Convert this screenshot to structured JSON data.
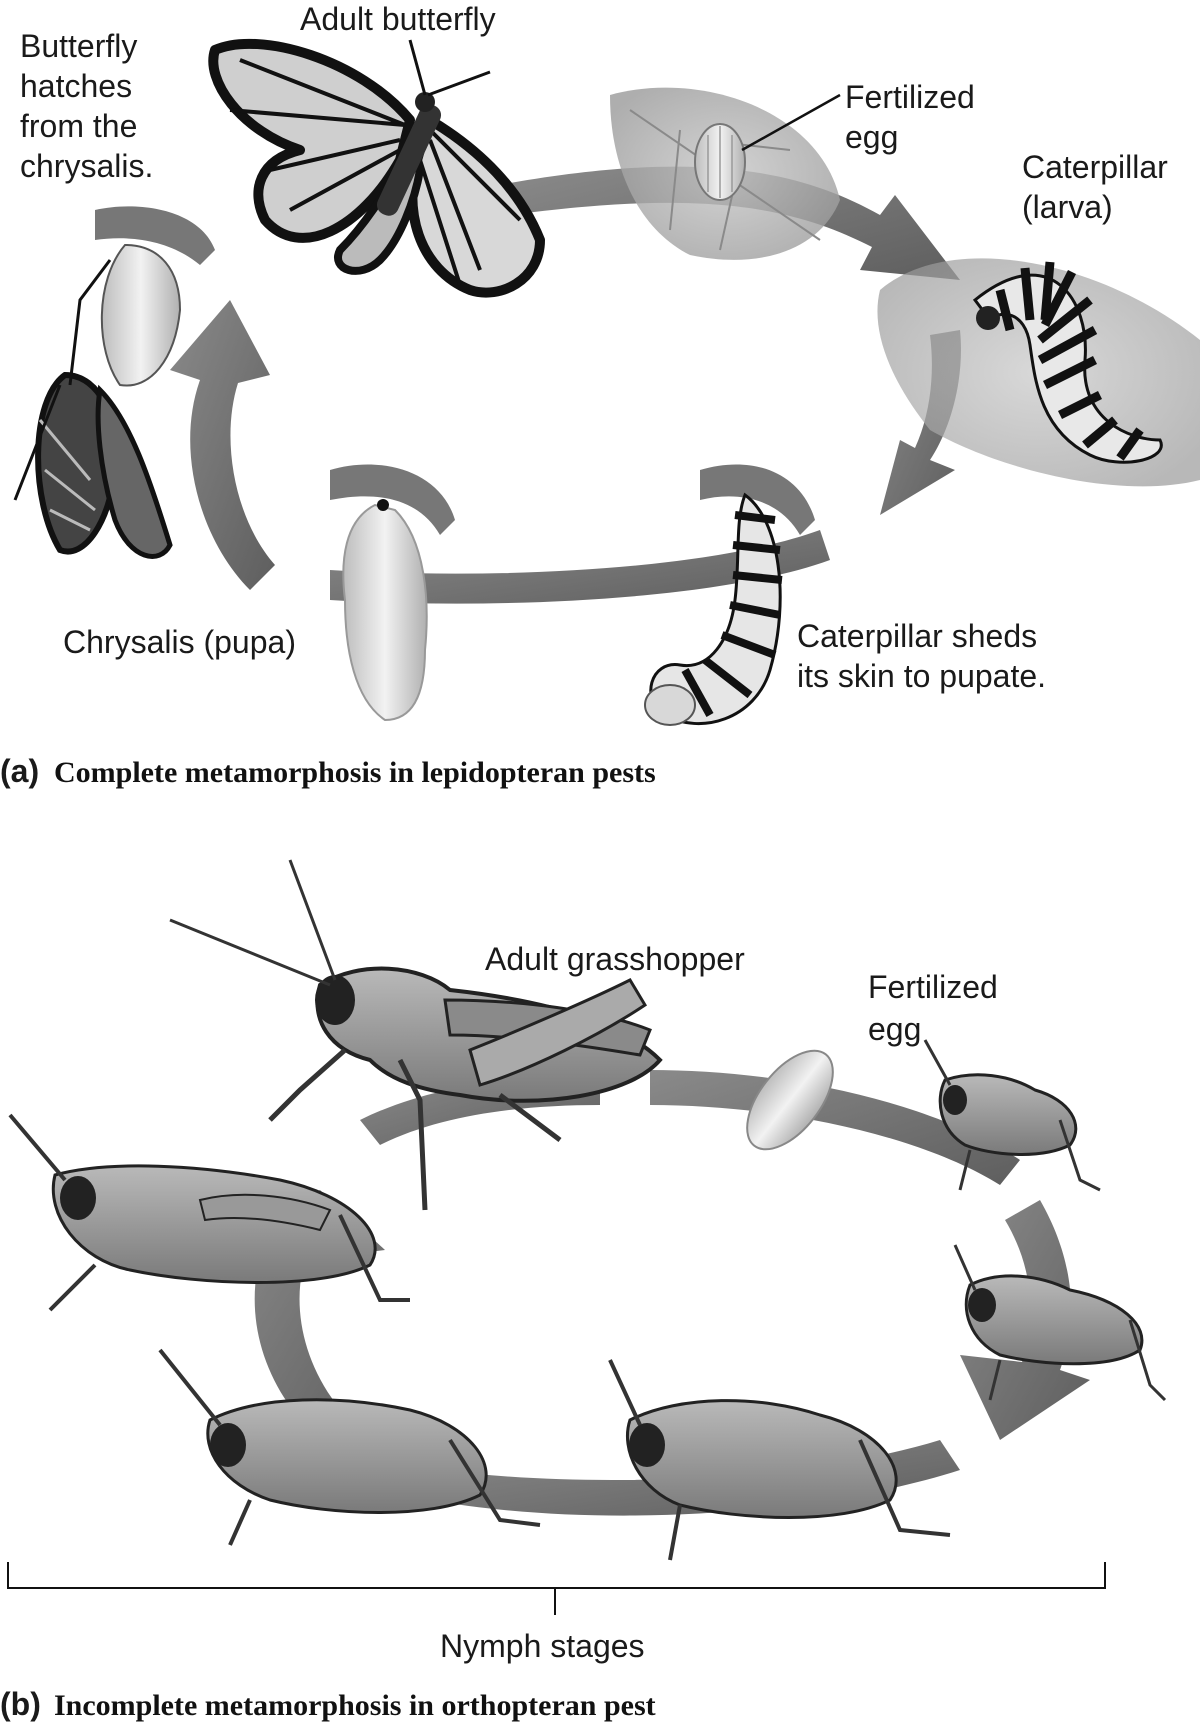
{
  "panel_a": {
    "tag": "(a)",
    "caption": "Complete metamorphosis in lepidopteran pests",
    "labels": {
      "adult": "Adult butterfly",
      "hatch_1": "Butterfly",
      "hatch_2": "hatches",
      "hatch_3": "from the",
      "hatch_4": "chrysalis.",
      "egg_1": "Fertilized",
      "egg_2": "egg",
      "larva_1": "Caterpillar",
      "larva_2": "(larva)",
      "pupa": "Chrysalis (pupa)",
      "shed_1": "Caterpillar sheds",
      "shed_2": "its skin to pupate."
    }
  },
  "panel_b": {
    "tag": "(b)",
    "caption": "Incomplete metamorphosis in orthopteran pest",
    "labels": {
      "adult": "Adult grasshopper",
      "egg_1": "Fertilized",
      "egg_2": "egg",
      "nymph": "Nymph stages"
    }
  },
  "colors": {
    "arrow": "#6e6e6e",
    "ink": "#1a1a1a",
    "insect_light": "#d6d6d6",
    "insect_dark": "#3a3a3a"
  }
}
